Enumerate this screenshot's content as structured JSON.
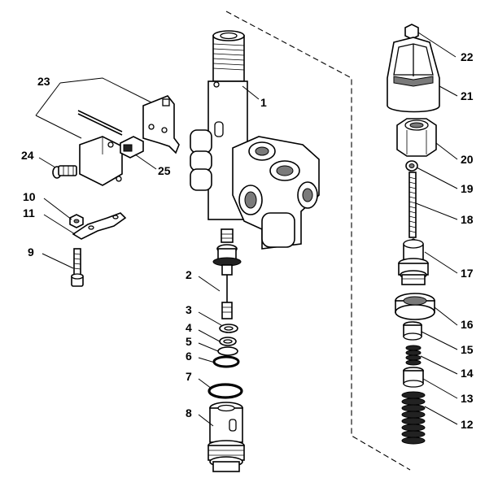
{
  "labels": [
    {
      "id": "1",
      "text": "1"
    },
    {
      "id": "2",
      "text": "2"
    },
    {
      "id": "3",
      "text": "3"
    },
    {
      "id": "4",
      "text": "4"
    },
    {
      "id": "5",
      "text": "5"
    },
    {
      "id": "6",
      "text": "6"
    },
    {
      "id": "7",
      "text": "7"
    },
    {
      "id": "8",
      "text": "8"
    },
    {
      "id": "9",
      "text": "9"
    },
    {
      "id": "10",
      "text": "10"
    },
    {
      "id": "11",
      "text": "11"
    },
    {
      "id": "12",
      "text": "12"
    },
    {
      "id": "13",
      "text": "13"
    },
    {
      "id": "14",
      "text": "14"
    },
    {
      "id": "15",
      "text": "15"
    },
    {
      "id": "16",
      "text": "16"
    },
    {
      "id": "17",
      "text": "17"
    },
    {
      "id": "18",
      "text": "18"
    },
    {
      "id": "19",
      "text": "19"
    },
    {
      "id": "20",
      "text": "20"
    },
    {
      "id": "21",
      "text": "21"
    },
    {
      "id": "22",
      "text": "22"
    },
    {
      "id": "23",
      "text": "23"
    },
    {
      "id": "24",
      "text": "24"
    },
    {
      "id": "25",
      "text": "25"
    }
  ]
}
